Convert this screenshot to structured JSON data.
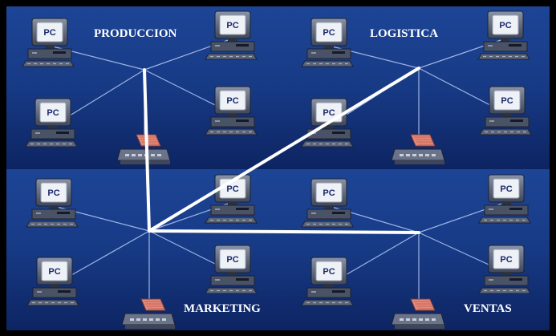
{
  "quadrants": [
    {
      "label": "PRODUCCION"
    },
    {
      "label": "LOGISTICA"
    },
    {
      "label": "MARKETING"
    },
    {
      "label": "VENTAS"
    }
  ],
  "pc_label": "PC",
  "colors": {
    "frame": "#000000",
    "background_top": "#1a3d8c",
    "background_bottom": "#0c2461",
    "link_line": "#9fb4e6",
    "backbone_line": "#ffffff",
    "label_text": "#ffffff"
  }
}
